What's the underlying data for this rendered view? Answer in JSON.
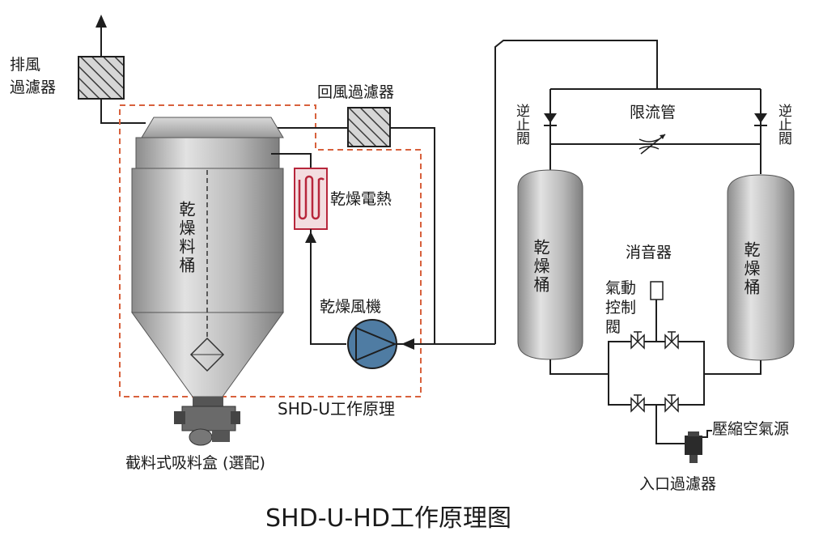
{
  "labels": {
    "exhaust_filter": [
      "排風",
      "過濾器"
    ],
    "return_filter": "回風過濾器",
    "dry_heater": "乾燥電熱",
    "dry_blower": "乾燥風機",
    "hopper": "乾燥料桶",
    "unit_name": "SHD-U工作原理",
    "suction_box": "截料式吸料盒 (選配)",
    "flow_limiter": "限流管",
    "check_valve_left": "逆止閥",
    "check_valve_right": "逆止閥",
    "dryer_tower_left": "乾燥桶",
    "dryer_tower_right": "乾燥桶",
    "muffler": "消音器",
    "pneumatic_valve": [
      "氣動",
      "控制",
      "閥"
    ],
    "compressed_air": "壓縮空氣源",
    "inlet_filter": "入口過濾器"
  },
  "title": "SHD-U-HD工作原理图",
  "colors": {
    "red_dash": "#d8613c",
    "blower_fill": "#4f7ca3",
    "heater_fill": "#b7263b",
    "vessel_fill": "#bfbfbf",
    "pipe": "#1e1e1e"
  }
}
